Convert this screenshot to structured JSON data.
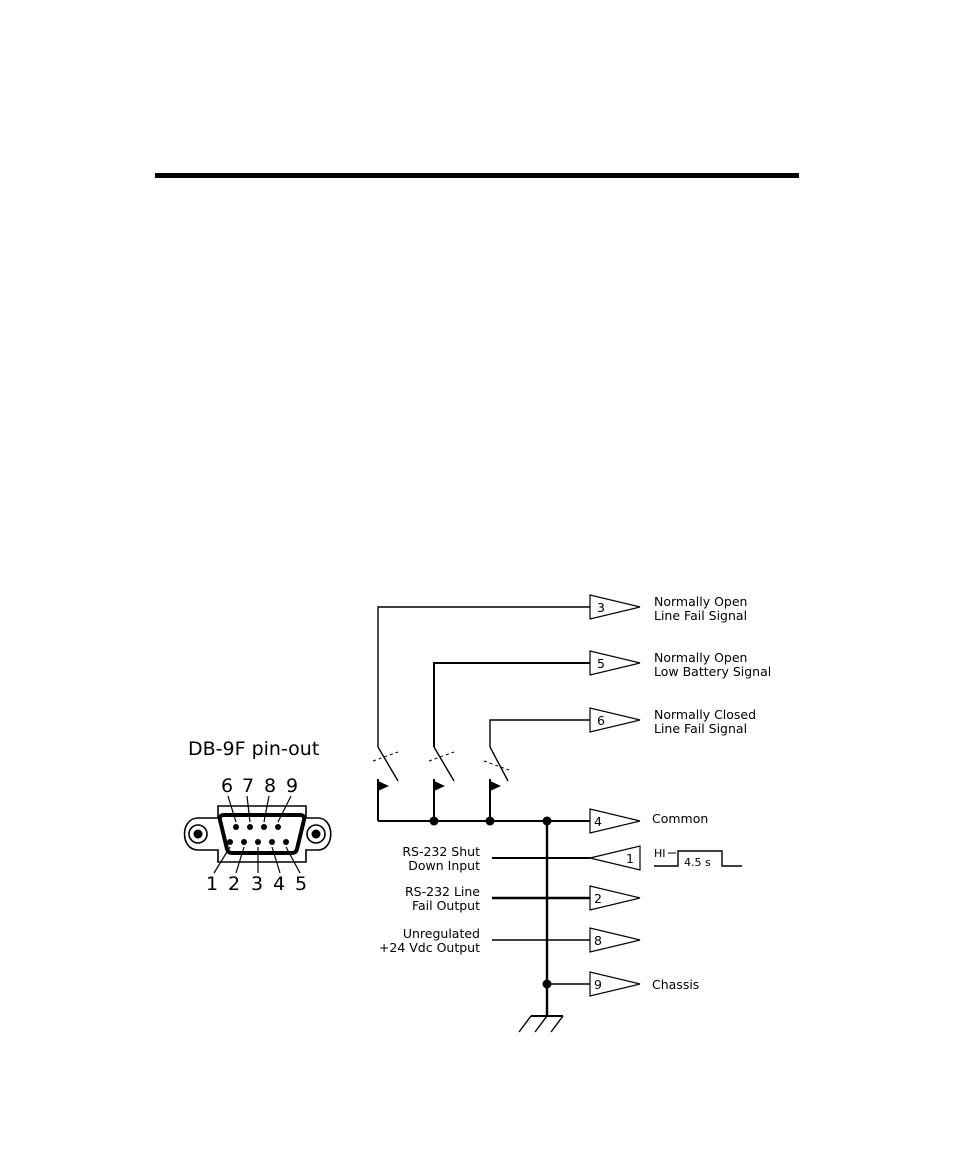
{
  "connector": {
    "title": "DB-9F pin-out",
    "top_pins": [
      "6",
      "7",
      "8",
      "9"
    ],
    "bottom_pins": [
      "1",
      "2",
      "3",
      "4",
      "5"
    ]
  },
  "pins": {
    "p3": {
      "number": "3",
      "label_line1": "Normally Open",
      "label_line2": "Line Fail Signal"
    },
    "p5": {
      "number": "5",
      "label_line1": "Normally Open",
      "label_line2": "Low Battery Signal"
    },
    "p6": {
      "number": "6",
      "label_line1": "Normally Closed",
      "label_line2": "Line Fail Signal"
    },
    "p4": {
      "number": "4",
      "label": "Common"
    },
    "p1": {
      "number": "1",
      "label_line1": "RS-232 Shut",
      "label_line2": "Down Input"
    },
    "p2": {
      "number": "2",
      "label_line1": "RS-232 Line",
      "label_line2": "Fail Output"
    },
    "p8": {
      "number": "8",
      "label_line1": "Unregulated",
      "label_line2": "+24 Vdc Output"
    },
    "p9": {
      "number": "9",
      "label": "Chassis"
    }
  },
  "pulse": {
    "level_label": "HI",
    "duration_label": "4.5 s"
  }
}
